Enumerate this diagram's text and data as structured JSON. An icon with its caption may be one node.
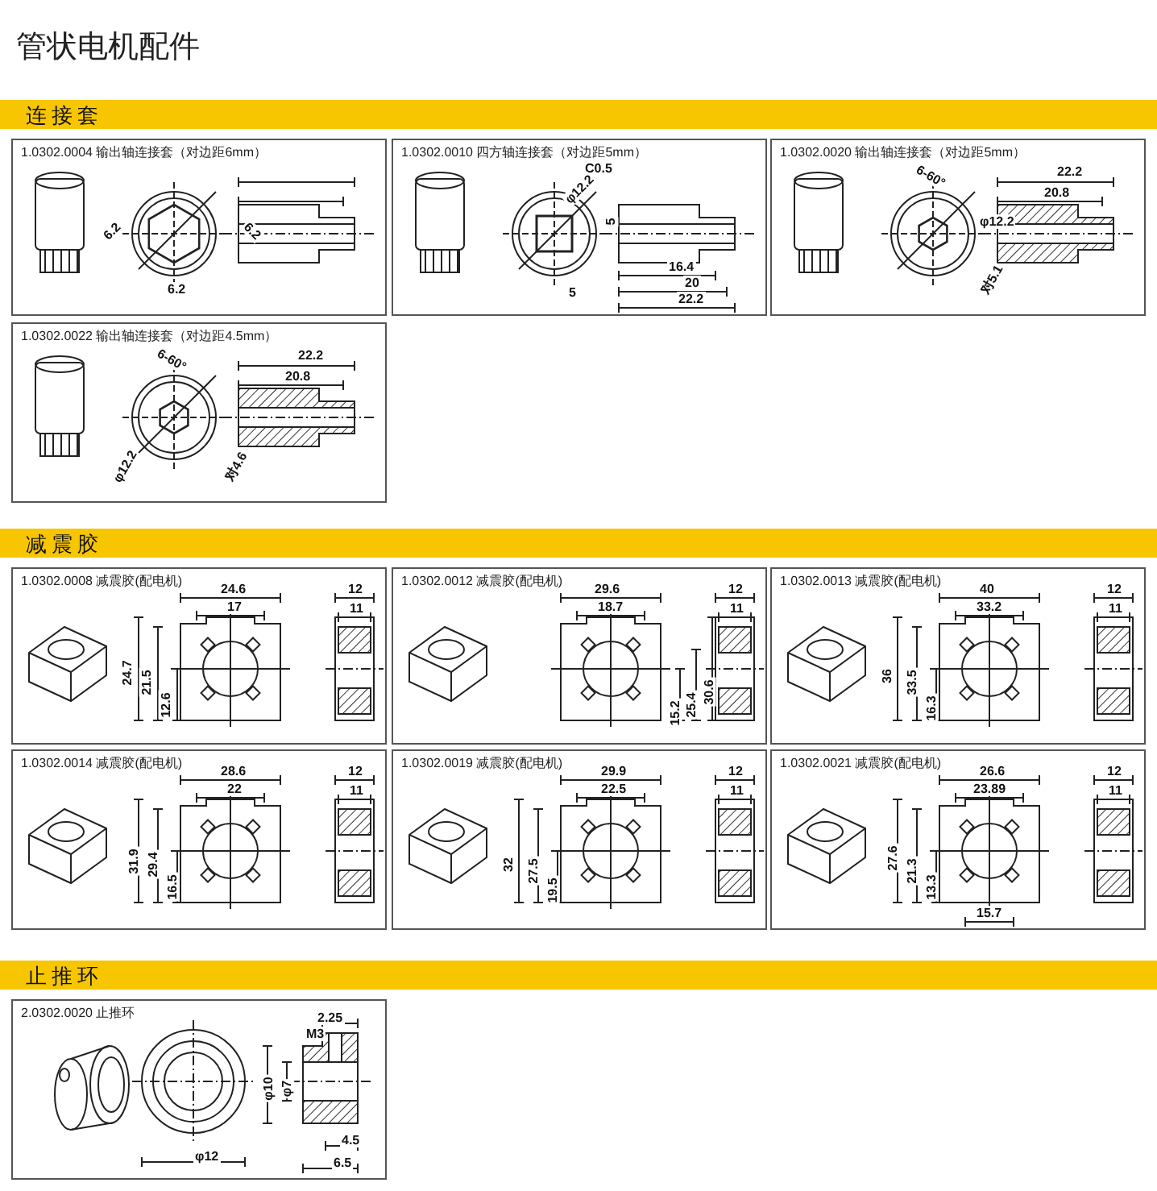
{
  "diagram": {
    "title": "管状电机配件",
    "nodes": [
      {
        "text": [
          "连接套"
        ]
      },
      {
        "text": [
          "1.0302.0004 输出轴连接套（对边距6mm）",
          "6.2",
          "6.2",
          "6.2"
        ]
      },
      {
        "text": [
          "1.0302.0010 四方轴连接套（对边距5mm）",
          "C0.5",
          "φ12.2",
          "5",
          "5",
          "16.4",
          "20",
          "22.2"
        ]
      },
      {
        "text": [
          "1.0302.0020 输出轴连接套（对边距5mm）",
          "6-60°",
          "φ12.2",
          "22.2",
          "20.8",
          "对5.1"
        ]
      },
      {
        "text": [
          "1.0302.0022 输出轴连接套（对边距4.5mm）",
          "6-60°",
          "φ12.2",
          "22.2",
          "20.8",
          "对4.6"
        ]
      },
      {
        "text": [
          "减震胶"
        ]
      },
      {
        "text": [
          "1.0302.0008 减震胶(配电机)",
          "24.6",
          "17",
          "24.7",
          "21.5",
          "12.6",
          "12",
          "11"
        ]
      },
      {
        "text": [
          "1.0302.0012 减震胶(配电机)",
          "29.6",
          "18.7",
          "15.2",
          "25.4",
          "30.6",
          "12",
          "11"
        ]
      },
      {
        "text": [
          "1.0302.0013 减震胶(配电机)",
          "40",
          "33.2",
          "36",
          "33.5",
          "16.3",
          "12",
          "11"
        ]
      },
      {
        "text": [
          "1.0302.0014 减震胶(配电机)",
          "28.6",
          "22",
          "31.9",
          "29.4",
          "16.5",
          "12",
          "11"
        ]
      },
      {
        "text": [
          "1.0302.0019 减震胶(配电机)",
          "29.9",
          "22.5",
          "32",
          "27.5",
          "19.5",
          "12",
          "11"
        ]
      },
      {
        "text": [
          "1.0302.0021 减震胶(配电机)",
          "26.6",
          "23.89",
          "27.6",
          "21.3",
          "13.3",
          "15.7",
          "12",
          "11"
        ]
      },
      {
        "text": [
          "止推环"
        ]
      },
      {
        "text": [
          "2.0302.0020 止推环",
          "2.25",
          "M3",
          "φ10",
          "φ7",
          "φ12",
          "4.5",
          "6.5"
        ]
      }
    ],
    "edges": []
  }
}
